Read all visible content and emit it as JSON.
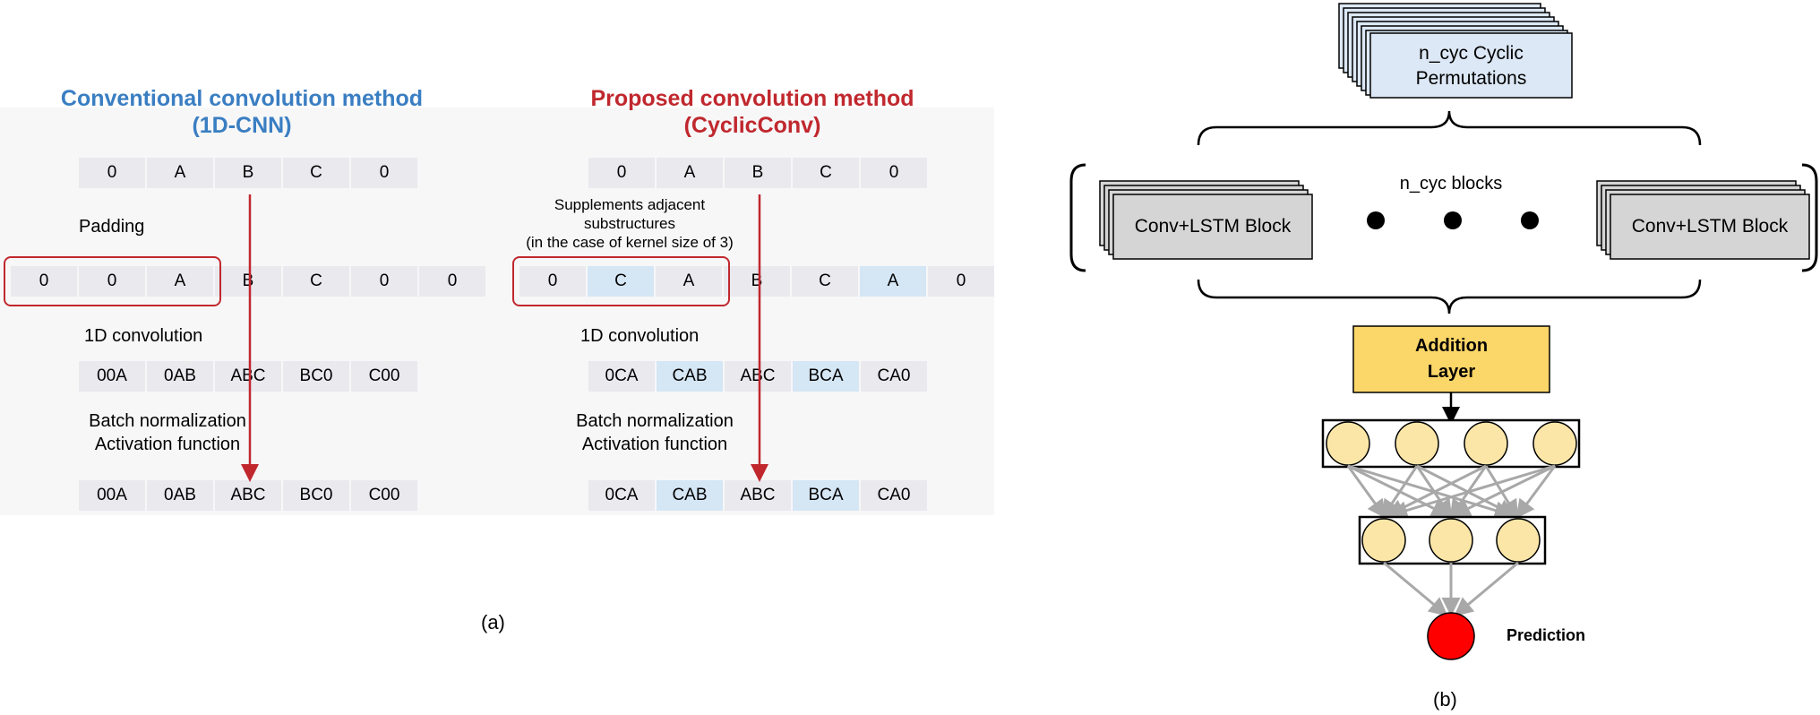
{
  "panel_a": {
    "left": {
      "title_line1": "Conventional convolution method",
      "title_line2": "(1D-CNN)",
      "input": [
        "0",
        "A",
        "B",
        "C",
        "0"
      ],
      "padding_label": "Padding",
      "padded": [
        "0",
        "0",
        "A",
        "B",
        "C",
        "0",
        "0"
      ],
      "conv_label": "1D convolution",
      "conv_out": [
        "00A",
        "0AB",
        "ABC",
        "BC0",
        "C00"
      ],
      "norm_label_1": "Batch normalization",
      "norm_label_2": "Activation function",
      "final_out": [
        "00A",
        "0AB",
        "ABC",
        "BC0",
        "C00"
      ]
    },
    "right": {
      "title_line1": "Proposed convolution method",
      "title_line2": "(CyclicConv)",
      "input": [
        "0",
        "A",
        "B",
        "C",
        "0"
      ],
      "supp_line1": "Supplements adjacent",
      "supp_line2": "substructures",
      "supp_line3": "(in the case of kernel size of 3)",
      "padded": [
        "0",
        "C",
        "A",
        "B",
        "C",
        "A",
        "0"
      ],
      "conv_label": "1D convolution",
      "conv_out": [
        "0CA",
        "CAB",
        "ABC",
        "BCA",
        "CA0"
      ],
      "norm_label_1": "Batch normalization",
      "norm_label_2": "Activation function",
      "final_out": [
        "0CA",
        "CAB",
        "ABC",
        "BCA",
        "CA0"
      ]
    },
    "caption": "(a)"
  },
  "panel_b": {
    "perm_line1": "n_cyc Cyclic",
    "perm_line2": "Permutations",
    "blocks_label": "n_cyc blocks",
    "block_left": "Conv+LSTM Block",
    "block_right": "Conv+LSTM Block",
    "addition_line1": "Addition",
    "addition_line2": "Layer",
    "prediction": "Prediction",
    "caption": "(b)"
  },
  "colors": {
    "blue_title": "#3a7ec2",
    "red": "#c0282e",
    "cell_gray": "#e9e9ee",
    "cell_highlight": "#d5e6f5",
    "addition_fill": "#fbd668",
    "node_fill": "#fbe6a8",
    "prediction_fill": "#ff0000",
    "perm_fill": "#dce8f5",
    "block_fill": "#d5d5d5"
  }
}
